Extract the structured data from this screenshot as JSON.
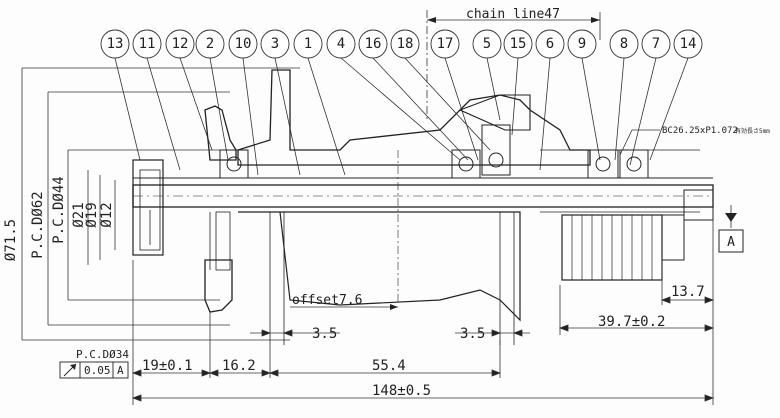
{
  "balloons": [
    "13",
    "11",
    "12",
    "2",
    "10",
    "3",
    "1",
    "4",
    "16",
    "18",
    "17",
    "5",
    "15",
    "6",
    "9",
    "8",
    "7",
    "14"
  ],
  "dimensions": {
    "chain_line": "chain line47",
    "bc_note": "BC26.25xP1.072",
    "bc_note_small": "有効長さ5mm",
    "d71_5": "Ø71.5",
    "pcd62": "P.C.DØ62",
    "pcd44": "P.C.DØ44",
    "d21": "Ø21",
    "d19": "Ø19",
    "d12": "Ø12",
    "offset": "offset7.6",
    "flange_left": "3.5",
    "flange_right": "3.5",
    "lock_width": "13.7",
    "spline_length": "39.7±0.2",
    "end_left": "19±0.1",
    "d16_2": "16.2",
    "d55_4": "55.4",
    "overall": "148±0.5",
    "pcd34": "P.C.DØ34",
    "tolerance_value": "0.05",
    "datum": "A",
    "datum_box": "A"
  }
}
